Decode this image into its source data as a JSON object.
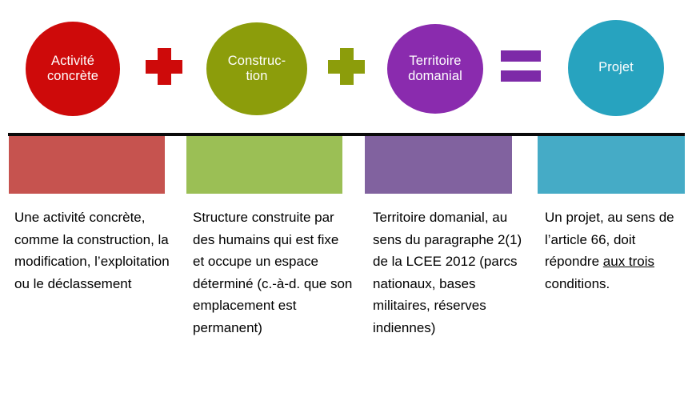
{
  "equation": {
    "terms": [
      {
        "label": "Activité\nconcrète",
        "color": "#CE0A0A",
        "shape": "circle"
      },
      {
        "label": "Construc-\ntion",
        "color": "#8C9D0B",
        "shape": "circle"
      },
      {
        "label": "Territoire\ndomanial",
        "color": "#8A2BAE",
        "shape": "circle"
      },
      {
        "label": "Projet",
        "color": "#27A3BF",
        "shape": "circle"
      }
    ],
    "operators": [
      {
        "symbol": "+",
        "name": "plus-sign",
        "color": "#CE0A0A"
      },
      {
        "symbol": "+",
        "name": "plus-sign",
        "color": "#8C9D0B"
      },
      {
        "symbol": "=",
        "name": "equals-sign",
        "color": "#7D2AA8"
      }
    ]
  },
  "divider": {
    "color": "#0a0a0a"
  },
  "columns": [
    {
      "bar_color": "#C6534F",
      "text": "Une activité concrète, comme la construction, la modification, l’exploitation ou le déclassement"
    },
    {
      "bar_color": "#9BBF55",
      "text": "Structure construite par des humains qui est fixe et occupe un espace déterminé (c.-à-d. que son emplacement est permanent)"
    },
    {
      "bar_color": "#81629F",
      "text": "Territoire domanial, au sens du paragraphe 2(1) de la LCEE 2012 (parcs nationaux, bases militaires, réserves indiennes)"
    },
    {
      "bar_color": "#45ABC6",
      "text_before": "Un projet, au sens de l’article 66, doit répondre ",
      "text_underlined": "aux trois",
      "text_after": " conditions."
    }
  ]
}
